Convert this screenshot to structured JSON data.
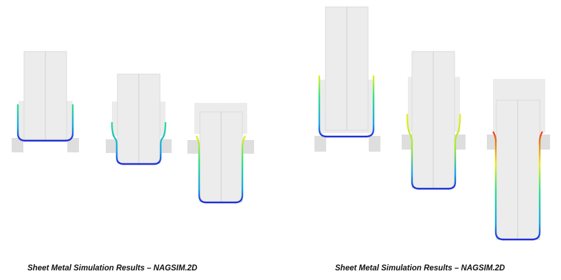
{
  "captions": {
    "left": "Sheet Metal Simulation Results – NAGSIM.2D",
    "right": "Sheet Metal Simulation Results – NAGSIM.2D"
  },
  "colors": {
    "tool_fill": "#ececec",
    "tool_edge": "#cfcfcf",
    "die_fill": "#dedede",
    "centerline": "#c9c9c9",
    "sheet_bottom": "#1f2fd6",
    "sheet_low": "#1aa5e6",
    "sheet_mid": "#2fe08f",
    "sheet_high": "#e6f01e",
    "sheet_peak": "#e8401a"
  },
  "panels": {
    "left_stages": 3,
    "right_stages": 3
  }
}
